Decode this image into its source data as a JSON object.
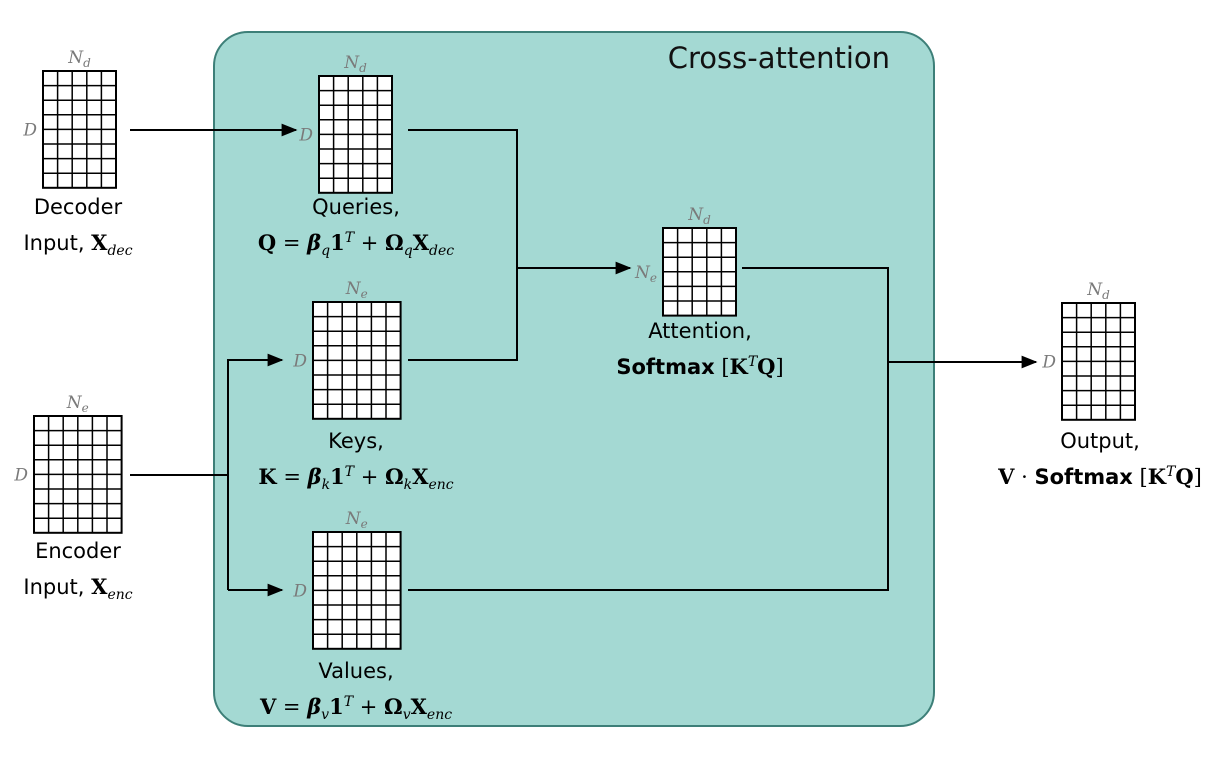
{
  "diagram": {
    "title": "Cross-attention",
    "colors": {
      "panel_fill": "#a4d9d3",
      "panel_stroke": "#3d7f78",
      "line": "#000000",
      "dim_text": "#7a7a7a"
    },
    "symbols": {
      "N_d": {
        "main": "N",
        "sub": "d"
      },
      "N_e": {
        "main": "N",
        "sub": "e"
      },
      "D": "D"
    },
    "nodes": {
      "decoder_input": {
        "line1": "Decoder",
        "line2_text": "Input, ",
        "var": "X",
        "var_sub": "dec",
        "grid": {
          "rows": 8,
          "cols": 5
        },
        "col_dim": "N_d",
        "row_dim": "D"
      },
      "encoder_input": {
        "line1": "Encoder",
        "line2_text": "Input, ",
        "var": "X",
        "var_sub": "enc",
        "grid": {
          "rows": 8,
          "cols": 6
        },
        "col_dim": "N_e",
        "row_dim": "D"
      },
      "queries": {
        "line1": "Queries,",
        "eq": {
          "lhs": "Q",
          "bias": "β",
          "bias_sub": "q",
          "ones": "1",
          "ones_sup": "T",
          "plus": " + ",
          "w": "Ω",
          "w_sub": "q",
          "x": "X",
          "x_sub": "dec"
        },
        "grid": {
          "rows": 8,
          "cols": 5
        },
        "col_dim": "N_d",
        "row_dim": "D"
      },
      "keys": {
        "line1": "Keys,",
        "eq": {
          "lhs": "K",
          "bias": "β",
          "bias_sub": "k",
          "ones": "1",
          "ones_sup": "T",
          "plus": " + ",
          "w": "Ω",
          "w_sub": "k",
          "x": "X",
          "x_sub": "enc"
        },
        "grid": {
          "rows": 8,
          "cols": 6
        },
        "col_dim": "N_e",
        "row_dim": "D"
      },
      "values": {
        "line1": "Values,",
        "eq": {
          "lhs": "V",
          "bias": "β",
          "bias_sub": "v",
          "ones": "1",
          "ones_sup": "T",
          "plus": " + ",
          "w": "Ω",
          "w_sub": "v",
          "x": "X",
          "x_sub": "enc"
        },
        "grid": {
          "rows": 8,
          "cols": 6
        },
        "col_dim": "N_e",
        "row_dim": "D"
      },
      "attention": {
        "line1": "Attention,",
        "fn": "Softmax",
        "arg": "K",
        "arg_sup": "T",
        "arg2": "Q",
        "grid": {
          "rows": 6,
          "cols": 5
        },
        "col_dim": "N_d",
        "row_dim": "N_e"
      },
      "output": {
        "line1": "Output,",
        "prefix": "V",
        "dot": " · ",
        "fn": "Softmax",
        "arg": "K",
        "arg_sup": "T",
        "arg2": "Q",
        "grid": {
          "rows": 8,
          "cols": 5
        },
        "col_dim": "N_d",
        "row_dim": "D"
      }
    }
  }
}
